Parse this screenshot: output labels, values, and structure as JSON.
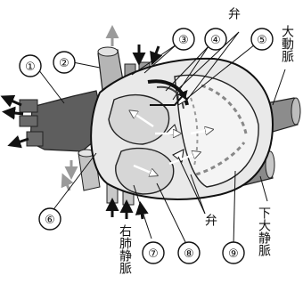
{
  "figure": {
    "number_labels": [
      "①",
      "②",
      "③",
      "④",
      "⑤",
      "⑥",
      "⑦",
      "⑧",
      "⑨"
    ],
    "text_labels": {
      "valve_top": "弁",
      "aorta": "大動脈",
      "vena_cava_inferior": "下大静脈",
      "valve_bottom": "弁",
      "pulmonary_vein_right": "右肺静脈"
    }
  }
}
